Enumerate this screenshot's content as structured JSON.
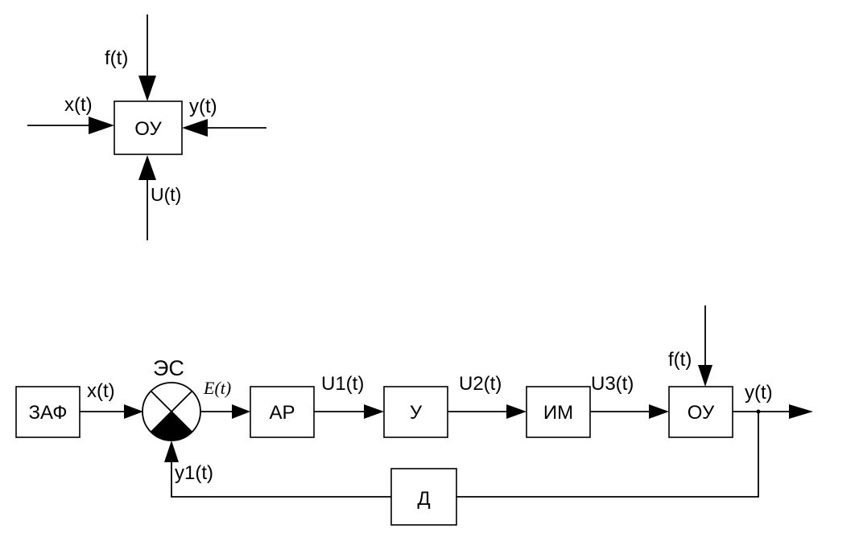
{
  "top_diagram": {
    "block": "ОУ",
    "inputs": {
      "top": "f(t)",
      "left": "x(t)",
      "right": "y(t)",
      "bottom": "U(t)"
    }
  },
  "bottom_diagram": {
    "blocks": {
      "setpoint": "ЗАФ",
      "comparator_label": "ЭС",
      "controller": "АР",
      "amplifier": "У",
      "actuator": "ИМ",
      "object": "ОУ",
      "sensor": "Д"
    },
    "signals": {
      "x": "x(t)",
      "error": "E(t)",
      "u1": "U1(t)",
      "u2": "U2(t)",
      "u3": "U3(t)",
      "f": "f(t)",
      "y": "y(t)",
      "y1": "y1(t)"
    }
  }
}
